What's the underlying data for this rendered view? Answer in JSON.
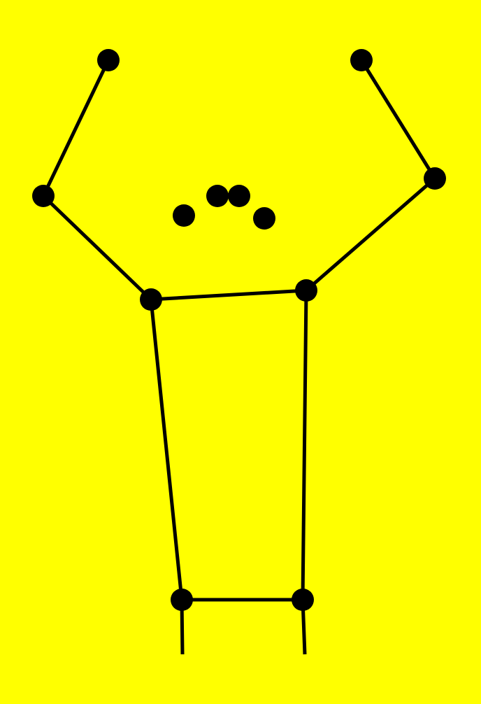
{
  "colors": {
    "background": "#ffff00",
    "skeleton": "#000000"
  },
  "pose": {
    "keypoints": [
      {
        "id": "left-wrist"
      },
      {
        "id": "right-wrist"
      },
      {
        "id": "left-elbow"
      },
      {
        "id": "right-elbow"
      },
      {
        "id": "left-shoulder"
      },
      {
        "id": "right-shoulder"
      },
      {
        "id": "left-hip"
      },
      {
        "id": "right-hip"
      },
      {
        "id": "nose-left"
      },
      {
        "id": "left-eye"
      },
      {
        "id": "right-eye"
      },
      {
        "id": "nose-right"
      }
    ],
    "connections": [
      [
        "left-wrist",
        "left-elbow"
      ],
      [
        "left-elbow",
        "left-shoulder"
      ],
      [
        "right-wrist",
        "right-elbow"
      ],
      [
        "right-elbow",
        "right-shoulder"
      ],
      [
        "left-shoulder",
        "right-shoulder"
      ],
      [
        "left-shoulder",
        "left-hip"
      ],
      [
        "right-shoulder",
        "right-hip"
      ],
      [
        "left-hip",
        "right-hip"
      ],
      [
        "left-hip",
        "left-leg-stub"
      ],
      [
        "right-hip",
        "right-leg-stub"
      ]
    ]
  }
}
